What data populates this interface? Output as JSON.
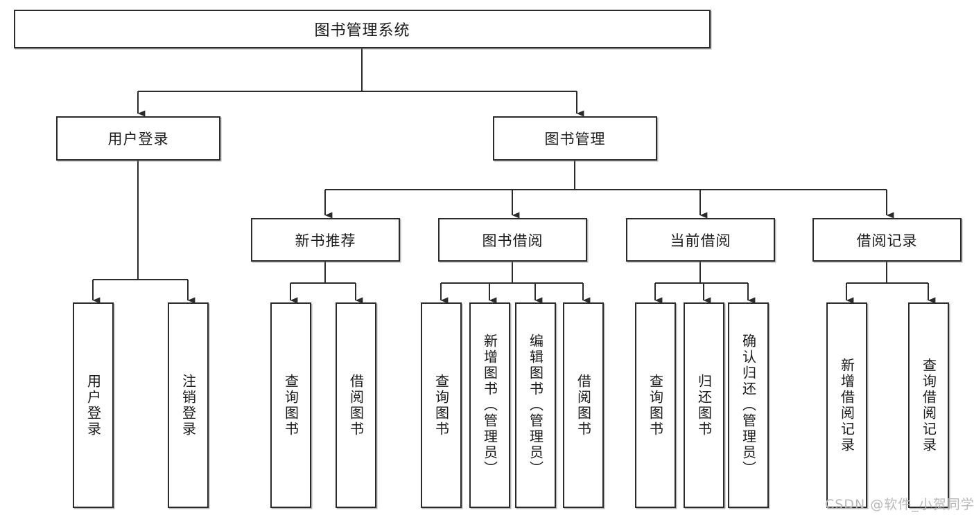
{
  "diagram": {
    "title": "图书管理系统",
    "watermark": "CSDN @软件_小贺同学",
    "style": {
      "box_fill": "#ffffff",
      "box_stroke": "#2b2b2b",
      "edge_stroke": "#2b2b2b",
      "text_color": "#1a1a1a",
      "watermark_color": "#b9b9b9"
    },
    "levels": {
      "level1": [
        "图书管理系统"
      ],
      "level2": [
        "用户登录",
        "图书管理"
      ],
      "level3": [
        "新书推荐",
        "图书借阅",
        "当前借阅",
        "借阅记录"
      ],
      "level4": [
        "用户登录",
        "注销登录",
        "查询图书",
        "借阅图书",
        "查询图书",
        "新增图书（管理员）",
        "编辑图书（管理员）",
        "借阅图书",
        "查询图书",
        "归还图书",
        "确认归还（管理员）",
        "新增借阅记录",
        "查询借阅记录"
      ]
    },
    "nodes": {
      "root": {
        "label": "图书管理系统"
      },
      "user_login": {
        "label": "用户登录"
      },
      "book_manage": {
        "label": "图书管理"
      },
      "new_book_rec": {
        "label": "新书推荐"
      },
      "book_borrow": {
        "label": "图书借阅"
      },
      "current_borrow": {
        "label": "当前借阅"
      },
      "borrow_record": {
        "label": "借阅记录"
      },
      "leaf_user_login": {
        "label": "用户登录"
      },
      "leaf_user_logout": {
        "label": "注销登录"
      },
      "leaf_query_book_1": {
        "label": "查询图书"
      },
      "leaf_borrow_book_1": {
        "label": "借阅图书"
      },
      "leaf_query_book_2": {
        "label": "查询图书"
      },
      "leaf_add_book": {
        "label": "新增图书（管理员）"
      },
      "leaf_edit_book": {
        "label": "编辑图书（管理员）"
      },
      "leaf_borrow_book_2": {
        "label": "借阅图书"
      },
      "leaf_query_book_3": {
        "label": "查询图书"
      },
      "leaf_return_book": {
        "label": "归还图书"
      },
      "leaf_confirm_return": {
        "label": "确认归还（管理员）"
      },
      "leaf_add_record": {
        "label": "新增借阅记录"
      },
      "leaf_query_record": {
        "label": "查询借阅记录"
      }
    }
  }
}
